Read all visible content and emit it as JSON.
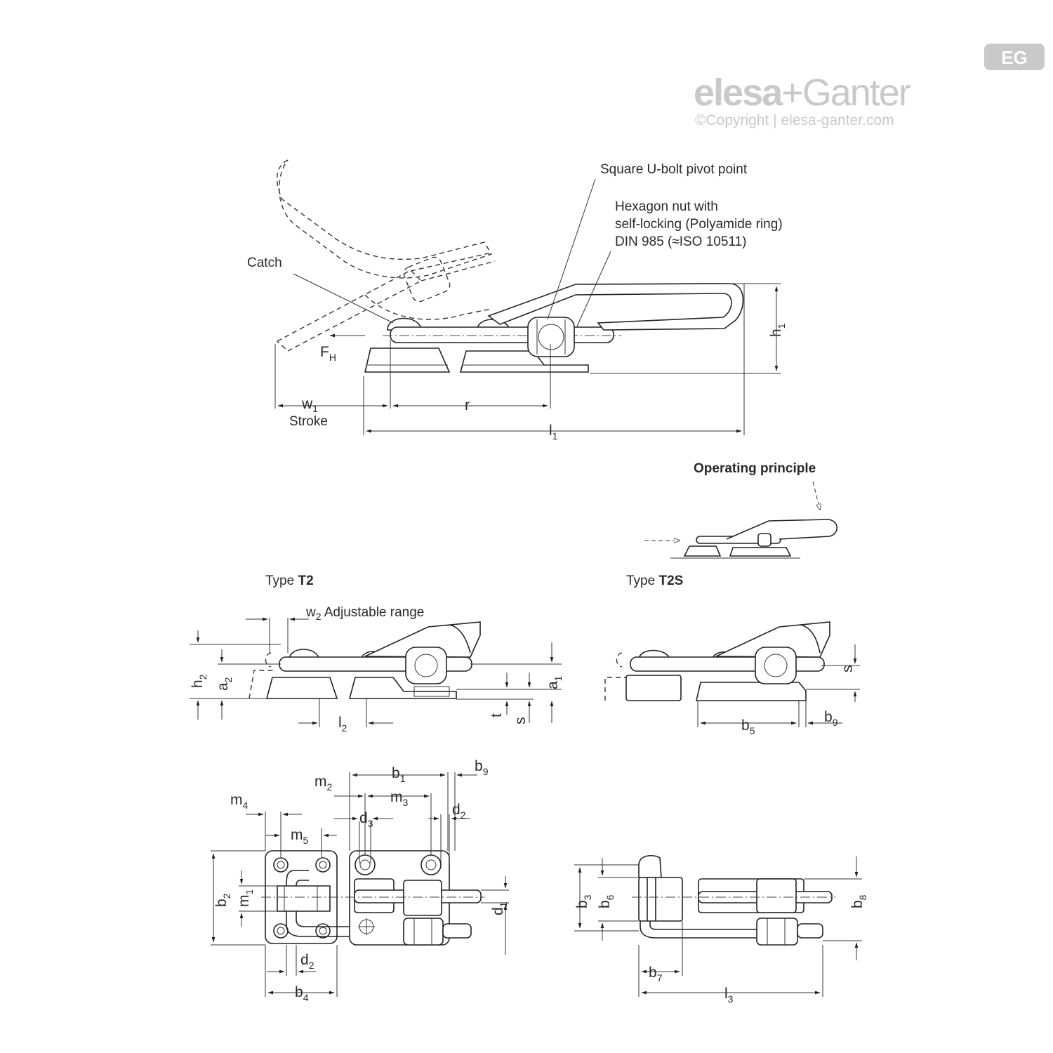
{
  "brand": {
    "logo_left": "elesa",
    "logo_plus": "+",
    "logo_right": "Ganter",
    "badge": "EG",
    "copyright": "©Copyright | elesa-ganter.com"
  },
  "callouts": {
    "pivot": "Square U-bolt pivot point",
    "nut_line1": "Hexagon nut with",
    "nut_line2": "self-locking (Polyamide ring)",
    "nut_line3": "DIN 985 (≈ISO 10511)",
    "catch": "Catch",
    "force": "F",
    "force_sub": "H"
  },
  "main_dims": {
    "w1": "w",
    "w1_sub": "1",
    "stroke": "Stroke",
    "r": "r",
    "l1": "l",
    "l1_sub": "1",
    "h1": "h",
    "h1_sub": "1"
  },
  "operating_principle": "Operating principle",
  "type_t2": {
    "prefix": "Type ",
    "code": "T2"
  },
  "type_t2s": {
    "prefix": "Type ",
    "code": "T2S"
  },
  "w2_label": {
    "main": "w",
    "sub": "2",
    "text": " Adjustable range"
  },
  "side_dims": {
    "h2": "h",
    "h2_sub": "2",
    "a2": "a",
    "a2_sub": "2",
    "a1": "a",
    "a1_sub": "1",
    "l2": "l",
    "l2_sub": "2",
    "t": "t",
    "s": "s",
    "b5": "b",
    "b5_sub": "5",
    "b9": "b",
    "b9_sub": "9",
    "s_t2s": "s"
  },
  "top_dims": {
    "m4": "m",
    "m4_sub": "4",
    "m5": "m",
    "m5_sub": "5",
    "m2": "m",
    "m2_sub": "2",
    "b1": "b",
    "b1_sub": "1",
    "m3": "m",
    "m3_sub": "3",
    "b9": "b",
    "b9_sub": "9",
    "d3": "d",
    "d3_sub": "3",
    "d2a": "d",
    "d2a_sub": "2",
    "b2": "b",
    "b2_sub": "2",
    "m1": "m",
    "m1_sub": "1",
    "d1": "d",
    "d1_sub": "1",
    "d2b": "d",
    "d2b_sub": "2",
    "b4": "b",
    "b4_sub": "4",
    "b3": "b",
    "b3_sub": "3",
    "b6": "b",
    "b6_sub": "6",
    "b8": "b",
    "b8_sub": "8",
    "b7": "b",
    "b7_sub": "7",
    "l3": "l",
    "l3_sub": "3"
  }
}
